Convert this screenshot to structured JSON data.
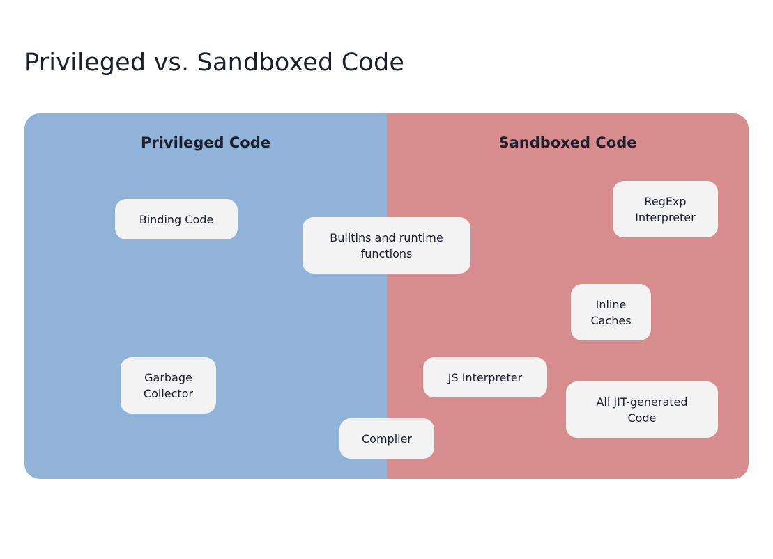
{
  "title": "Privileged vs. Sandboxed Code",
  "colors": {
    "privileged": "#91b3d7",
    "sandboxed": "#d78d8d",
    "node": "#f3f3f3",
    "text": "#1c1f2e"
  },
  "regions": {
    "privileged": {
      "label": "Privileged Code"
    },
    "sandboxed": {
      "label": "Sandboxed Code"
    }
  },
  "nodes": [
    {
      "id": "binding-code",
      "label": "Binding Code",
      "region": "privileged"
    },
    {
      "id": "builtins",
      "label": "Builtins and runtime\nfunctions",
      "region": "both"
    },
    {
      "id": "regexp-interpreter",
      "label": "RegExp\nInterpreter",
      "region": "sandboxed"
    },
    {
      "id": "inline-caches",
      "label": "Inline\nCaches",
      "region": "sandboxed"
    },
    {
      "id": "garbage-collector",
      "label": "Garbage\nCollector",
      "region": "privileged"
    },
    {
      "id": "js-interpreter",
      "label": "JS Interpreter",
      "region": "sandboxed"
    },
    {
      "id": "jit-code",
      "label": "All JIT-generated\nCode",
      "region": "sandboxed"
    },
    {
      "id": "compiler",
      "label": "Compiler",
      "region": "both"
    }
  ]
}
